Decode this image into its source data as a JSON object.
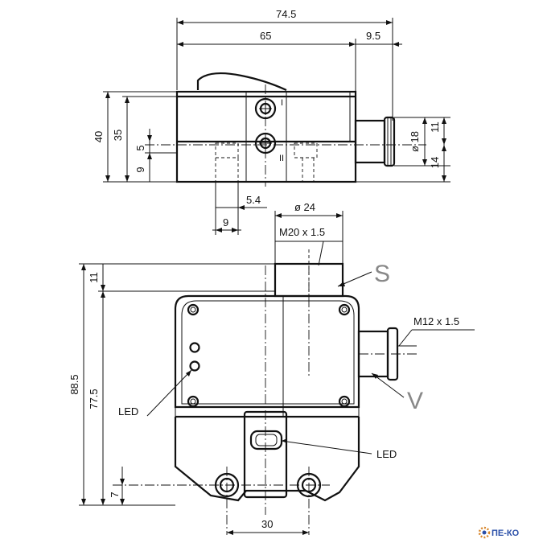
{
  "dimensions": {
    "total_width": "74.5",
    "body_width": "65",
    "connector_offset": "9.5",
    "total_height": "40",
    "body_height": "35",
    "ledge_5": "5",
    "ledge_9": "9",
    "slot_54": "5.4",
    "slot_9": "9",
    "dia_18": "ø 18",
    "right_11": "11",
    "right_14": "14",
    "dia_24": "ø 24",
    "thread_m20": "M20 x 1.5",
    "thread_m12": "M12 x 1.5",
    "front_11": "11",
    "front_885": "88.5",
    "front_775": "77.5",
    "front_7": "7",
    "front_30": "30"
  },
  "labels": {
    "s": "S",
    "v": "V",
    "led_left": "LED",
    "led_right": "LED",
    "mark_i": "I",
    "mark_ii": "II"
  },
  "logo": {
    "text": "ПЕ-КО"
  },
  "colors": {
    "line": "#111111",
    "big_letters": "#888888",
    "logo": "#2a4fa8"
  }
}
